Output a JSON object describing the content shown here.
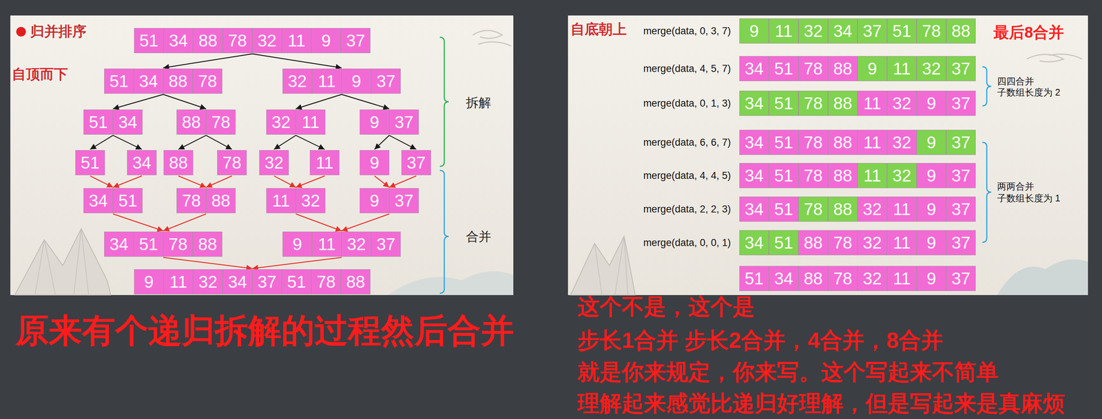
{
  "diagram": {
    "nodes": [
      {
        "text": [
          "51",
          "34",
          "88",
          "78",
          "32",
          "11",
          "9",
          "37"
        ]
      },
      {
        "text": [
          "51",
          "34",
          "88",
          "78"
        ]
      },
      {
        "text": [
          "32",
          "11",
          "9",
          "37"
        ]
      },
      {
        "text": [
          "51",
          "34"
        ]
      },
      {
        "text": [
          "88",
          "78"
        ]
      },
      {
        "text": [
          "32",
          "11"
        ]
      },
      {
        "text": [
          "9",
          "37"
        ]
      },
      {
        "text": [
          "51"
        ]
      },
      {
        "text": [
          "34"
        ]
      },
      {
        "text": [
          "88"
        ]
      },
      {
        "text": [
          "78"
        ]
      },
      {
        "text": [
          "32"
        ]
      },
      {
        "text": [
          "11"
        ]
      },
      {
        "text": [
          "9"
        ]
      },
      {
        "text": [
          "37"
        ]
      },
      {
        "text": [
          "34",
          "51"
        ]
      },
      {
        "text": [
          "78",
          "88"
        ]
      },
      {
        "text": [
          "11",
          "32"
        ]
      },
      {
        "text": [
          "9",
          "37"
        ]
      },
      {
        "text": [
          "34",
          "51",
          "78",
          "88"
        ]
      },
      {
        "text": [
          "9",
          "11",
          "32",
          "37"
        ]
      },
      {
        "text": [
          "9",
          "11",
          "32",
          "34",
          "37",
          "51",
          "78",
          "88"
        ]
      },
      {
        "text": [
          "9",
          "11",
          "32",
          "34",
          "37",
          "51",
          "78",
          "88"
        ]
      },
      {
        "text": [
          "34",
          "51",
          "78",
          "88",
          "9",
          "11",
          "32",
          "37"
        ]
      },
      {
        "text": [
          "34",
          "51",
          "78",
          "88",
          "11",
          "32",
          "9",
          "37"
        ]
      },
      {
        "text": [
          "34",
          "51",
          "78",
          "88",
          "11",
          "32",
          "9",
          "37"
        ]
      },
      {
        "text": [
          "34",
          "51",
          "78",
          "88",
          "11",
          "32",
          "9",
          "37"
        ]
      },
      {
        "text": [
          "34",
          "51",
          "78",
          "88",
          "32",
          "11",
          "9",
          "37"
        ]
      },
      {
        "text": [
          "34",
          "51",
          "88",
          "78",
          "32",
          "11",
          "9",
          "37"
        ]
      },
      {
        "text": [
          "51",
          "34",
          "88",
          "78",
          "32",
          "11",
          "9",
          "37"
        ]
      }
    ],
    "edges": [
      {
        "from": 0,
        "to": 1,
        "arrow": "to"
      },
      {
        "from": 0,
        "to": 2,
        "arrow": "to"
      },
      {
        "from": 1,
        "to": 3,
        "arrow": "to"
      },
      {
        "from": 1,
        "to": 4,
        "arrow": "to"
      },
      {
        "from": 2,
        "to": 5,
        "arrow": "to"
      },
      {
        "from": 2,
        "to": 6,
        "arrow": "to"
      },
      {
        "from": 3,
        "to": 7,
        "arrow": "to"
      },
      {
        "from": 3,
        "to": 8,
        "arrow": "to"
      },
      {
        "from": 4,
        "to": 9,
        "arrow": "to"
      },
      {
        "from": 4,
        "to": 10,
        "arrow": "to"
      },
      {
        "from": 5,
        "to": 11,
        "arrow": "to"
      },
      {
        "from": 5,
        "to": 12,
        "arrow": "to"
      },
      {
        "from": 6,
        "to": 13,
        "arrow": "to"
      },
      {
        "from": 6,
        "to": 14,
        "arrow": "to"
      },
      {
        "from": 7,
        "to": 15,
        "arrow": "to"
      },
      {
        "from": 8,
        "to": 15,
        "arrow": "to"
      },
      {
        "from": 9,
        "to": 16,
        "arrow": "to"
      },
      {
        "from": 10,
        "to": 16,
        "arrow": "to"
      },
      {
        "from": 11,
        "to": 17,
        "arrow": "to"
      },
      {
        "from": 12,
        "to": 17,
        "arrow": "to"
      },
      {
        "from": 13,
        "to": 18,
        "arrow": "to"
      },
      {
        "from": 14,
        "to": 18,
        "arrow": "to"
      },
      {
        "from": 15,
        "to": 19,
        "arrow": "to"
      },
      {
        "from": 16,
        "to": 19,
        "arrow": "to"
      },
      {
        "from": 17,
        "to": 20,
        "arrow": "to"
      },
      {
        "from": 18,
        "to": 20,
        "arrow": "to"
      },
      {
        "from": 19,
        "to": 21,
        "arrow": "to"
      },
      {
        "from": 20,
        "to": 21,
        "arrow": "to"
      }
    ],
    "labels": [
      "归并排序",
      "自顶而下",
      "拆解",
      "合并",
      "原来有个递归拆解的过程然后合并",
      "自底朝上",
      "merge(data, 0, 3, 7)",
      "最后8合并",
      "merge(data, 4, 5, 7)",
      "四四合并",
      "子数组长度为 2",
      "merge(data, 0, 1, 3)",
      "merge(data, 6, 6, 7)",
      "merge(data, 4, 4, 5)",
      "merge(data, 2, 2, 3)",
      "merge(data, 0, 0, 1)",
      "两两合并",
      "子数组长度为 1",
      "这个不是，这个是",
      "步长1合并 步长2合并，4合并，8合并",
      "就是你来规定，你来写。这个写起来不简单",
      "理解起来感觉比递归好理解，但是写起来是真麻烦"
    ]
  }
}
